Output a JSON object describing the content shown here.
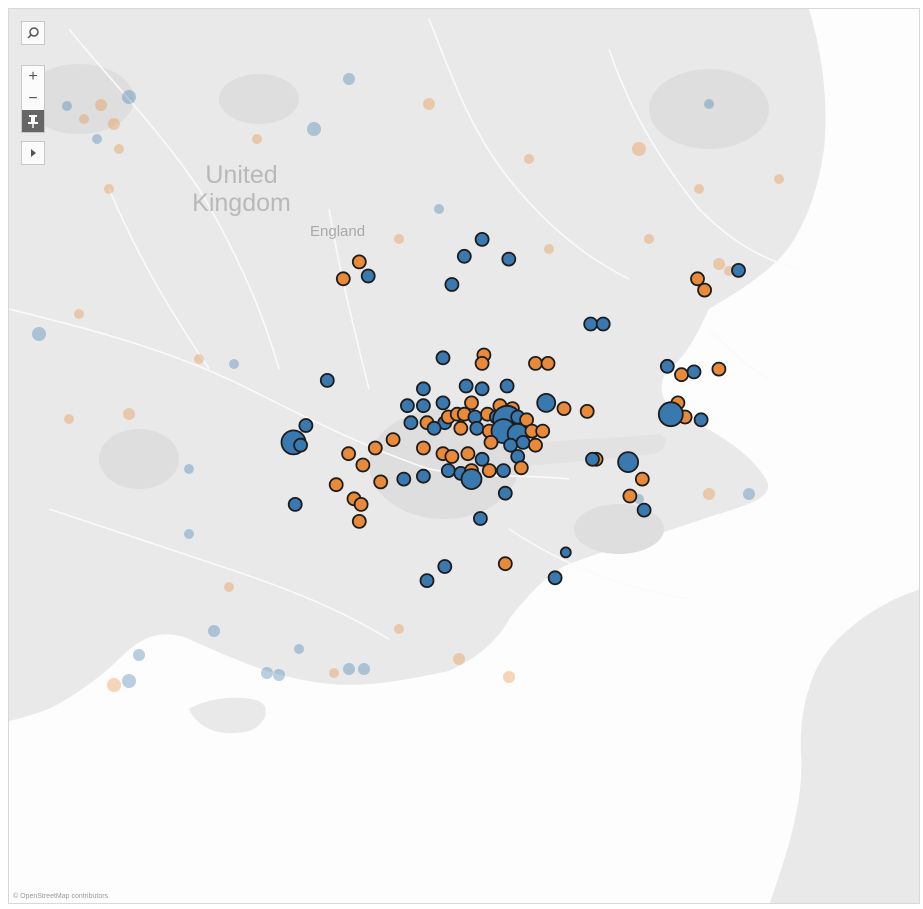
{
  "map": {
    "country_label_line1": "United",
    "country_label_line2": "Kingdom",
    "region_label": "England",
    "attribution": "© OpenStreetMap contributors"
  },
  "toolbar": {
    "search_icon": "search-icon",
    "zoom_in": "+",
    "zoom_out": "−",
    "pin": "pin-icon",
    "play": "play-icon"
  },
  "colors": {
    "series_blue": "#3a78b0",
    "series_orange": "#e88a3a",
    "outline": "#1c1c1c",
    "land": "#e9e9e9",
    "sea": "#fdfdfd",
    "rivers": "#fafafa"
  },
  "markers": [
    {
      "lon": -0.99,
      "lat": 52.1,
      "c": "o"
    },
    {
      "lon": -0.3,
      "lat": 52.18,
      "c": "b"
    },
    {
      "lon": -0.4,
      "lat": 52.12,
      "c": "b"
    },
    {
      "lon": -0.15,
      "lat": 52.11,
      "c": "b"
    },
    {
      "lon": -1.08,
      "lat": 52.04,
      "c": "o"
    },
    {
      "lon": -0.94,
      "lat": 52.05,
      "c": "b"
    },
    {
      "lon": -0.47,
      "lat": 52.02,
      "c": "b"
    },
    {
      "lon": 0.95,
      "lat": 52.0,
      "c": "o"
    },
    {
      "lon": 1.14,
      "lat": 52.07,
      "c": "b"
    },
    {
      "lon": 0.91,
      "lat": 52.04,
      "c": "o"
    },
    {
      "lon": 0.31,
      "lat": 51.88,
      "c": "b"
    },
    {
      "lon": 0.38,
      "lat": 51.88,
      "c": "b"
    },
    {
      "lon": -0.52,
      "lat": 51.76,
      "c": "b"
    },
    {
      "lon": -0.29,
      "lat": 51.77,
      "c": "o"
    },
    {
      "lon": -0.3,
      "lat": 51.74,
      "c": "o"
    },
    {
      "lon": 0.0,
      "lat": 51.74,
      "c": "o"
    },
    {
      "lon": 0.07,
      "lat": 51.74,
      "c": "o"
    },
    {
      "lon": 0.74,
      "lat": 51.73,
      "c": "b"
    },
    {
      "lon": 0.82,
      "lat": 51.7,
      "c": "o"
    },
    {
      "lon": 0.89,
      "lat": 51.71,
      "c": "b"
    },
    {
      "lon": 1.03,
      "lat": 51.72,
      "c": "o"
    },
    {
      "lon": -1.17,
      "lat": 51.68,
      "c": "b"
    },
    {
      "lon": -0.63,
      "lat": 51.65,
      "c": "b"
    },
    {
      "lon": -0.39,
      "lat": 51.66,
      "c": "b"
    },
    {
      "lon": -0.3,
      "lat": 51.65,
      "c": "b"
    },
    {
      "lon": -0.16,
      "lat": 51.66,
      "c": "b"
    },
    {
      "lon": 0.8,
      "lat": 51.6,
      "c": "o"
    },
    {
      "lon": -0.72,
      "lat": 51.59,
      "c": "b"
    },
    {
      "lon": -0.63,
      "lat": 51.59,
      "c": "b"
    },
    {
      "lon": -0.52,
      "lat": 51.6,
      "c": "b"
    },
    {
      "lon": -0.36,
      "lat": 51.6,
      "c": "o"
    },
    {
      "lon": -0.2,
      "lat": 51.59,
      "c": "o"
    },
    {
      "lon": -0.13,
      "lat": 51.58,
      "c": "o"
    },
    {
      "lon": 0.06,
      "lat": 51.6,
      "c": "b",
      "r": 9
    },
    {
      "lon": 0.16,
      "lat": 51.58,
      "c": "o"
    },
    {
      "lon": 0.29,
      "lat": 51.57,
      "c": "o"
    },
    {
      "lon": 0.84,
      "lat": 51.55,
      "c": "o"
    },
    {
      "lon": 0.76,
      "lat": 51.56,
      "c": "b",
      "r": 12
    },
    {
      "lon": 0.93,
      "lat": 51.54,
      "c": "b"
    },
    {
      "lon": -1.29,
      "lat": 51.52,
      "c": "b"
    },
    {
      "lon": -1.36,
      "lat": 51.46,
      "c": "b",
      "r": 12
    },
    {
      "lon": -1.32,
      "lat": 51.45,
      "c": "b"
    },
    {
      "lon": -0.7,
      "lat": 51.53,
      "c": "b"
    },
    {
      "lon": -0.61,
      "lat": 51.53,
      "c": "o"
    },
    {
      "lon": -0.51,
      "lat": 51.53,
      "c": "b"
    },
    {
      "lon": -0.49,
      "lat": 51.55,
      "c": "o"
    },
    {
      "lon": -0.44,
      "lat": 51.56,
      "c": "o"
    },
    {
      "lon": -0.4,
      "lat": 51.56,
      "c": "o"
    },
    {
      "lon": -0.34,
      "lat": 51.55,
      "c": "b"
    },
    {
      "lon": -0.27,
      "lat": 51.56,
      "c": "o"
    },
    {
      "lon": -0.22,
      "lat": 51.55,
      "c": "b"
    },
    {
      "lon": -0.16,
      "lat": 51.54,
      "c": "b",
      "r": 14
    },
    {
      "lon": -0.1,
      "lat": 51.55,
      "c": "b"
    },
    {
      "lon": -0.05,
      "lat": 51.54,
      "c": "o"
    },
    {
      "lon": -0.57,
      "lat": 51.51,
      "c": "b"
    },
    {
      "lon": -0.42,
      "lat": 51.51,
      "c": "o"
    },
    {
      "lon": -0.33,
      "lat": 51.51,
      "c": "b"
    },
    {
      "lon": -0.26,
      "lat": 51.5,
      "c": "o"
    },
    {
      "lon": -0.18,
      "lat": 51.5,
      "c": "b",
      "r": 12
    },
    {
      "lon": -0.1,
      "lat": 51.49,
      "c": "b",
      "r": 10
    },
    {
      "lon": -0.02,
      "lat": 51.5,
      "c": "o"
    },
    {
      "lon": 0.04,
      "lat": 51.5,
      "c": "o"
    },
    {
      "lon": -0.25,
      "lat": 51.46,
      "c": "o"
    },
    {
      "lon": -0.14,
      "lat": 51.45,
      "c": "b"
    },
    {
      "lon": -0.07,
      "lat": 51.46,
      "c": "b"
    },
    {
      "lon": 0.0,
      "lat": 51.45,
      "c": "o"
    },
    {
      "lon": -0.8,
      "lat": 51.47,
      "c": "o"
    },
    {
      "lon": -0.63,
      "lat": 51.44,
      "c": "o"
    },
    {
      "lon": -0.52,
      "lat": 51.42,
      "c": "o"
    },
    {
      "lon": -0.47,
      "lat": 51.41,
      "c": "o"
    },
    {
      "lon": -0.38,
      "lat": 51.42,
      "c": "o"
    },
    {
      "lon": -0.3,
      "lat": 51.4,
      "c": "b"
    },
    {
      "lon": -0.1,
      "lat": 51.41,
      "c": "b"
    },
    {
      "lon": -0.9,
      "lat": 51.44,
      "c": "o"
    },
    {
      "lon": -1.05,
      "lat": 51.42,
      "c": "o"
    },
    {
      "lon": -0.97,
      "lat": 51.38,
      "c": "o"
    },
    {
      "lon": 0.34,
      "lat": 51.4,
      "c": "o"
    },
    {
      "lon": 0.32,
      "lat": 51.4,
      "c": "b"
    },
    {
      "lon": 0.52,
      "lat": 51.39,
      "c": "b",
      "r": 10
    },
    {
      "lon": -0.63,
      "lat": 51.34,
      "c": "b"
    },
    {
      "lon": -0.49,
      "lat": 51.36,
      "c": "b"
    },
    {
      "lon": -0.42,
      "lat": 51.35,
      "c": "b"
    },
    {
      "lon": -0.36,
      "lat": 51.36,
      "c": "o"
    },
    {
      "lon": -0.26,
      "lat": 51.36,
      "c": "o"
    },
    {
      "lon": -0.18,
      "lat": 51.36,
      "c": "b"
    },
    {
      "lon": -0.08,
      "lat": 51.37,
      "c": "o"
    },
    {
      "lon": -0.36,
      "lat": 51.33,
      "c": "b",
      "r": 10
    },
    {
      "lon": -0.87,
      "lat": 51.32,
      "c": "o"
    },
    {
      "lon": -0.74,
      "lat": 51.33,
      "c": "b"
    },
    {
      "lon": -1.12,
      "lat": 51.31,
      "c": "o"
    },
    {
      "lon": -1.02,
      "lat": 51.26,
      "c": "o"
    },
    {
      "lon": -0.98,
      "lat": 51.24,
      "c": "o"
    },
    {
      "lon": -1.35,
      "lat": 51.24,
      "c": "b"
    },
    {
      "lon": -0.99,
      "lat": 51.18,
      "c": "o"
    },
    {
      "lon": -0.17,
      "lat": 51.28,
      "c": "b"
    },
    {
      "lon": 0.6,
      "lat": 51.33,
      "c": "o"
    },
    {
      "lon": 0.53,
      "lat": 51.27,
      "c": "o"
    },
    {
      "lon": 0.61,
      "lat": 51.22,
      "c": "b"
    },
    {
      "lon": -0.31,
      "lat": 51.19,
      "c": "b"
    },
    {
      "lon": -0.51,
      "lat": 51.02,
      "c": "b"
    },
    {
      "lon": -0.17,
      "lat": 51.03,
      "c": "o"
    },
    {
      "lon": 0.17,
      "lat": 51.07,
      "c": "b",
      "r": 5
    },
    {
      "lon": 0.11,
      "lat": 50.98,
      "c": "b"
    },
    {
      "lon": -0.61,
      "lat": 50.97,
      "c": "b"
    }
  ]
}
